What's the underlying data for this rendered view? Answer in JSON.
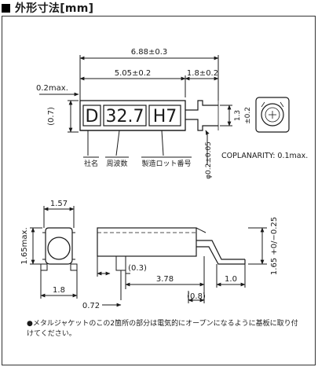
{
  "header": {
    "title": "外形寸法[mm]"
  },
  "top_view": {
    "marking_chars": [
      "D",
      "32.7",
      "H7"
    ],
    "overall_length": "6.88±0.3",
    "body_length": "5.05±0.2",
    "lead_length": "1.8±0.2",
    "max_offset": "0.2max.",
    "body_height": "(0.7)",
    "lead_pitch": "1.3",
    "lead_pitch_tol": "±0.2",
    "lead_diameter": "φ0.2±0.05",
    "coplanarity": "COPLANARITY: 0.1max.",
    "callouts": [
      "社名",
      "周波数",
      "製造ロット番号"
    ]
  },
  "bottom_view": {
    "width": "1.57",
    "height": "1.65max.",
    "pad_width": "1.8"
  },
  "side_view": {
    "dim_03": "(0.3)",
    "dim_378": "3.78",
    "dim_10": "1.0",
    "dim_08": "(0.8)",
    "dim_072": "0.72",
    "height": "1.65 +0/−0.25"
  },
  "note": {
    "bullet": "●",
    "text": "メタルジャケットのこの2箇所の部分は電気的にオープンになるように基板に取り付けてください。"
  }
}
